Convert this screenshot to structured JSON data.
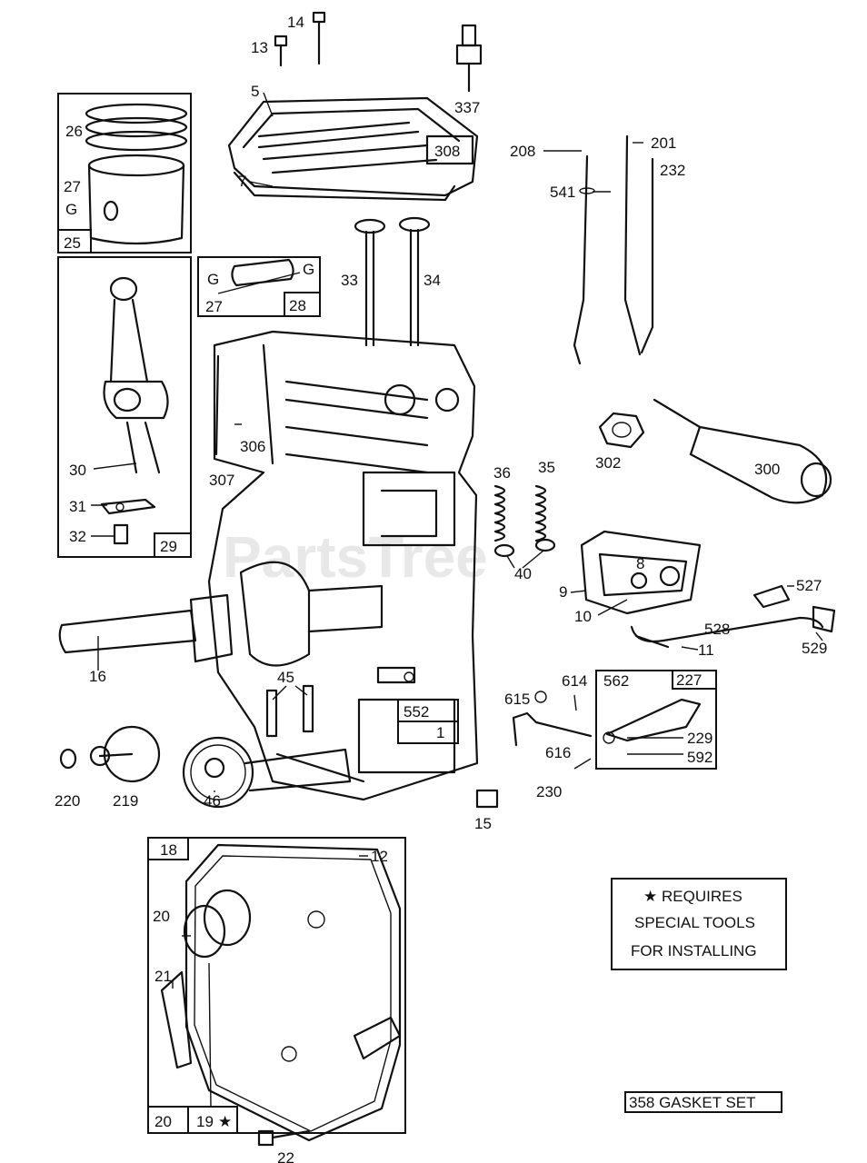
{
  "watermark": "PartsTree",
  "labels": {
    "l5": "5",
    "l7": "7",
    "l13": "13",
    "l14": "14",
    "l337": "337",
    "l308": "308",
    "l208": "208",
    "l201": "201",
    "l232": "232",
    "l541": "541",
    "l26": "26",
    "l27a": "27",
    "gA": "G",
    "l25": "25",
    "g1": "G",
    "g2": "G",
    "l27b": "27",
    "l28": "28",
    "l33": "33",
    "l34": "34",
    "l30": "30",
    "l31": "31",
    "l32": "32",
    "l29": "29",
    "l306": "306",
    "l307": "307",
    "l302": "302",
    "l300": "300",
    "l36": "36",
    "l35": "35",
    "l40": "40",
    "l8": "8",
    "l9": "9",
    "l10": "10",
    "l11": "11",
    "l527": "527",
    "l528": "528",
    "l529": "529",
    "l16": "16",
    "l45": "45",
    "l552": "552",
    "l1": "1",
    "l615": "615",
    "l614": "614",
    "l616": "616",
    "l230": "230",
    "l562": "562",
    "l227": "227",
    "l229": "229",
    "l592": "592",
    "l220": "220",
    "l219": "219",
    "l46": "46",
    "l15": "15",
    "l18": "18",
    "l12": "12",
    "l20a": "20",
    "l21": "21",
    "l20b": "20",
    "l19": "19",
    "l22": "22"
  },
  "note": {
    "line1": "REQUIRES",
    "line2": "SPECIAL TOOLS",
    "line3": "FOR INSTALLING",
    "star": "★"
  },
  "gasket_set": "358 GASKET SET"
}
